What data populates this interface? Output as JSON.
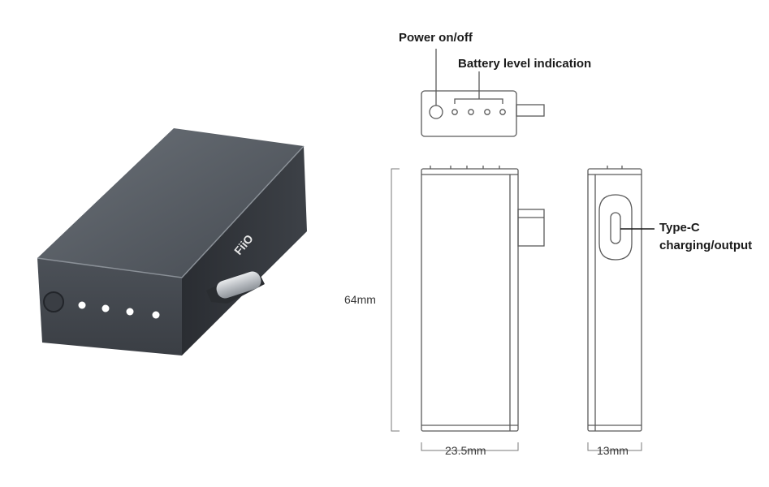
{
  "product_photo": {
    "brand_logo": "FiiO",
    "battery_leds": 4,
    "colors": {
      "body": "#4a5057",
      "body_dark": "#2c3036",
      "led": "#ffffff",
      "connector": "#c9ccd0"
    }
  },
  "callouts": {
    "power": "Power on/off",
    "battery": "Battery level indication",
    "typec_line1": "Type-C",
    "typec_line2": "charging/output"
  },
  "dimensions": {
    "height": "64mm",
    "width": "23.5mm",
    "depth": "13mm"
  },
  "colors": {
    "line": "#5a5a5a",
    "text": "#1a1a1a"
  }
}
